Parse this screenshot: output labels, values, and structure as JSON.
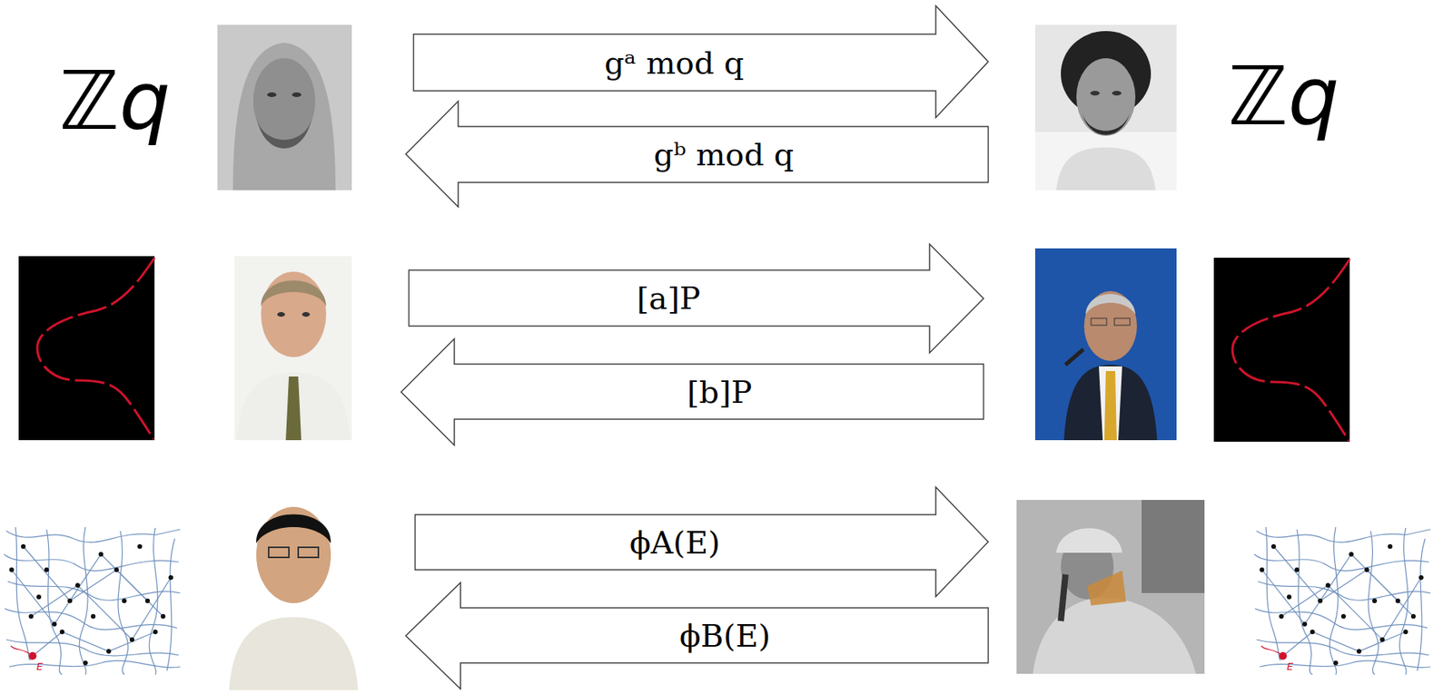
{
  "diagram": {
    "nodes": [
      {
        "text": [
          "gᵃ mod q"
        ]
      },
      {
        "text": [
          "gᵇ mod q"
        ]
      },
      {
        "text": [
          "[a]P"
        ]
      },
      {
        "text": [
          "[b]P"
        ]
      },
      {
        "text": [
          "ϕA(E)"
        ]
      },
      {
        "text": [
          "ϕB(E)"
        ]
      }
    ],
    "labels": [
      "ℤq",
      "ℤq",
      "E",
      "E"
    ]
  }
}
